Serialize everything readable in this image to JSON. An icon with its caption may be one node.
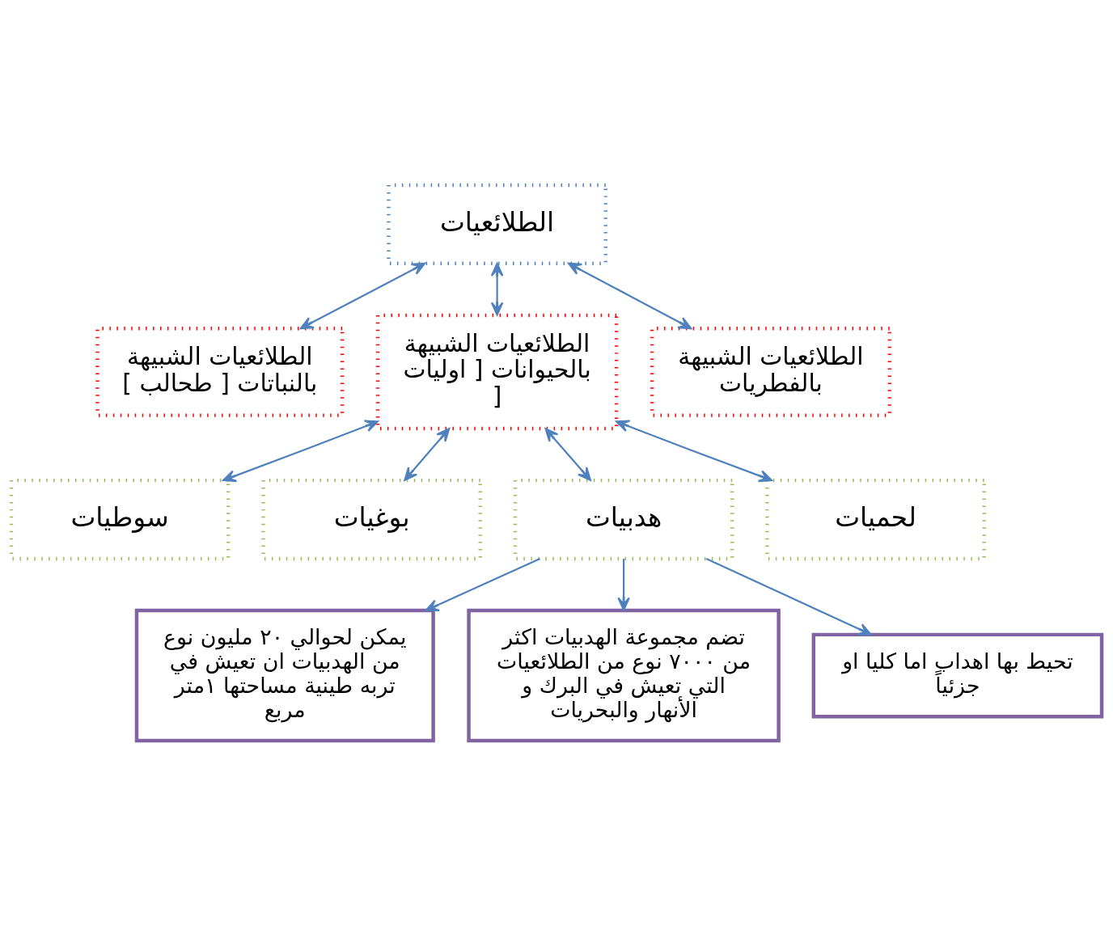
{
  "diagram": {
    "nodes": [
      {
        "text": [
          "الطلائعيات"
        ]
      },
      {
        "text": [
          "الطلائعيات الشبيهة بالنباتات [ طحالب ]"
        ]
      },
      {
        "text": [
          "الطلائعيات الشبيهة بالحيوانات [ اوليات ]"
        ]
      },
      {
        "text": [
          "الطلائعيات الشبيهة بالفطريات"
        ]
      },
      {
        "text": [
          "سوطيات"
        ]
      },
      {
        "text": [
          "بوغيات"
        ]
      },
      {
        "text": [
          "هدبيات"
        ]
      },
      {
        "text": [
          "لحميات"
        ]
      },
      {
        "text": [
          "يمكن لحوالي ٢٠ مليون نوع من الهدبيات ان تعيش في تربه طينية مساحتها ١متر مربع"
        ]
      },
      {
        "text": [
          "تضم مجموعة الهدبيات اكثر من ٧٠٠٠ نوع من الطلائعيات التي تعيش في البرك و الأنهار والبحريات"
        ]
      },
      {
        "text": [
          "تحيط بها اهداب اما كليا او جزئياً"
        ]
      }
    ],
    "edges": [
      {
        "from": 0,
        "to": 1,
        "arrow": "both"
      },
      {
        "from": 0,
        "to": 2,
        "arrow": "both"
      },
      {
        "from": 0,
        "to": 3,
        "arrow": "both"
      },
      {
        "from": 2,
        "to": 4,
        "arrow": "both"
      },
      {
        "from": 2,
        "to": 5,
        "arrow": "both"
      },
      {
        "from": 2,
        "to": 6,
        "arrow": "both"
      },
      {
        "from": 2,
        "to": 7,
        "arrow": "both"
      },
      {
        "from": 6,
        "to": 8,
        "arrow": "to"
      },
      {
        "from": 6,
        "to": 9,
        "arrow": "to"
      },
      {
        "from": 6,
        "to": 10,
        "arrow": "to"
      }
    ]
  }
}
